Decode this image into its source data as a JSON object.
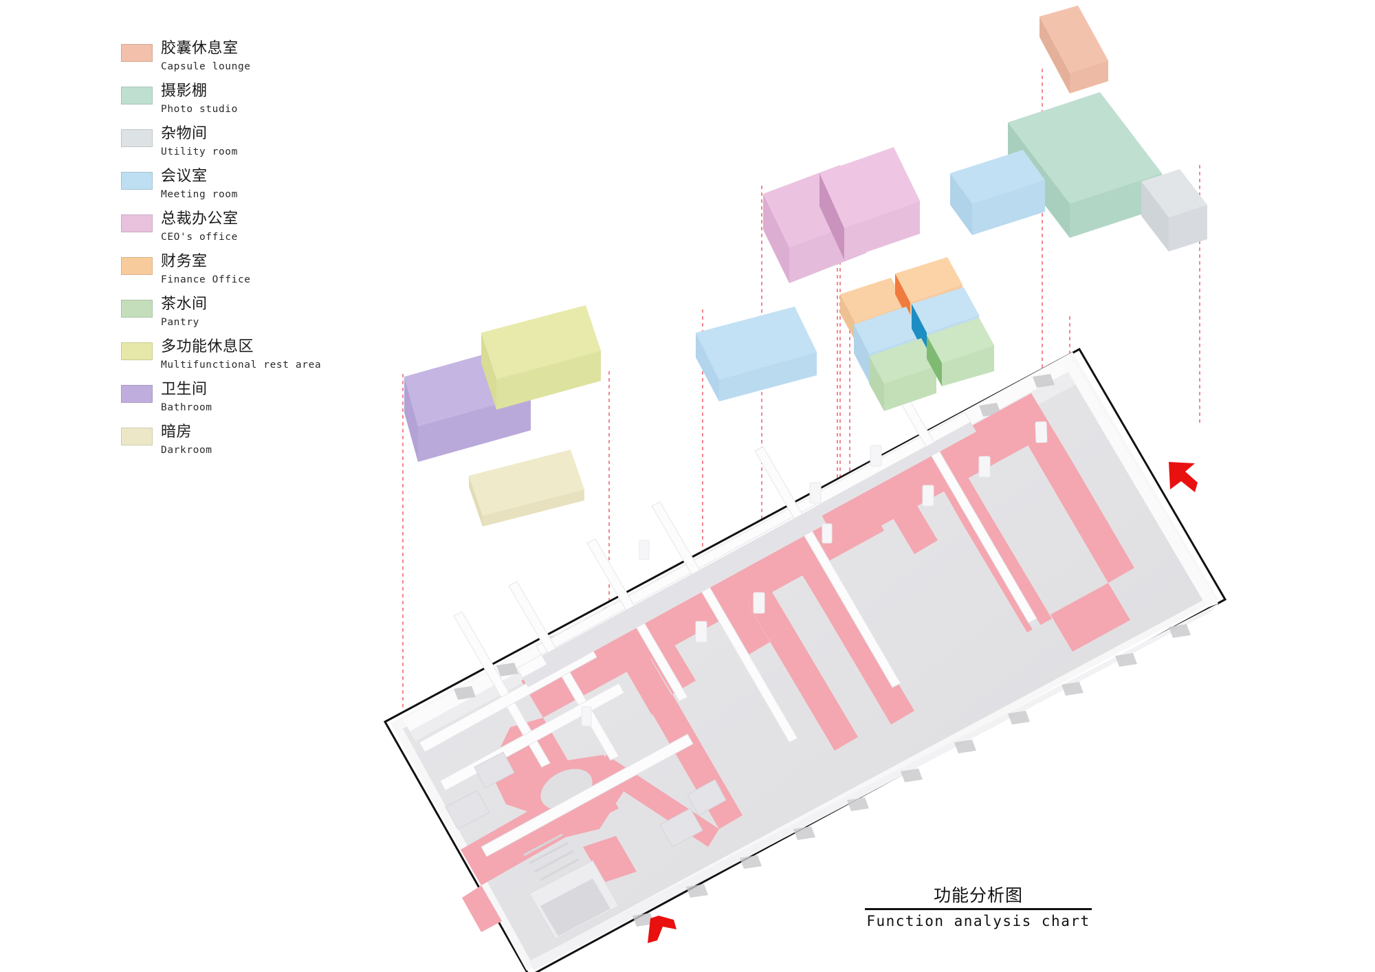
{
  "legend": {
    "items": [
      {
        "cn": "胶囊休息室",
        "en": "Capsule lounge",
        "color": "#f2c0ab"
      },
      {
        "cn": "摄影棚",
        "en": "Photo studio",
        "color": "#bfdfd1"
      },
      {
        "cn": "杂物间",
        "en": "Utility room",
        "color": "#dde2e4"
      },
      {
        "cn": "会议室",
        "en": "Meeting room",
        "color": "#bedff2"
      },
      {
        "cn": "总裁办公室",
        "en": "CEO's office",
        "color": "#e8c2dd"
      },
      {
        "cn": "财务室",
        "en": "Finance Office",
        "color": "#f8cb9c"
      },
      {
        "cn": "茶水间",
        "en": "Pantry",
        "color": "#c4debc"
      },
      {
        "cn": "多功能休息区",
        "en": "Multifunctional rest area",
        "color": "#e5e8a8"
      },
      {
        "cn": "卫生间",
        "en": "Bathroom",
        "color": "#bfaedd"
      },
      {
        "cn": "暗房",
        "en": "Darkroom",
        "color": "#ece7c6"
      }
    ]
  },
  "title": {
    "cn": "功能分析图",
    "en": "Function analysis chart"
  },
  "diagram": {
    "type": "axonometric-function-analysis",
    "plan_label": "office floor plan",
    "corridor_color": "#f4a7b0",
    "floor_color": "#e3e3e5",
    "wall_color": "#fafafa",
    "outline_color": "#111111",
    "leader_line_color": "#ee4d5a",
    "entrance_arrow_color": "#e8110f",
    "entrance_arrow_count": 2,
    "volumes": [
      {
        "name": "卫生间",
        "en": "Bathroom",
        "color": "#bfaedd"
      },
      {
        "name": "多功能休息区",
        "en": "Multifunctional rest area",
        "color": "#e5e8a8"
      },
      {
        "name": "暗房",
        "en": "Darkroom",
        "color": "#ece7c6"
      },
      {
        "name": "会议室",
        "en": "Meeting room",
        "color": "#bedff2"
      },
      {
        "name": "总裁办公室",
        "en": "CEO's office",
        "color": "#e8c2dd"
      },
      {
        "name": "财务室",
        "en": "Finance Office",
        "color": "#f8cb9c"
      },
      {
        "name": "茶水间",
        "en": "Pantry",
        "color": "#c4debc"
      },
      {
        "name": "胶囊休息室",
        "en": "Capsule lounge",
        "color": "#f2c0ab"
      },
      {
        "name": "摄影棚",
        "en": "Photo studio",
        "color": "#bfdfd1"
      },
      {
        "name": "杂物间",
        "en": "Utility room",
        "color": "#dde2e4"
      }
    ]
  }
}
